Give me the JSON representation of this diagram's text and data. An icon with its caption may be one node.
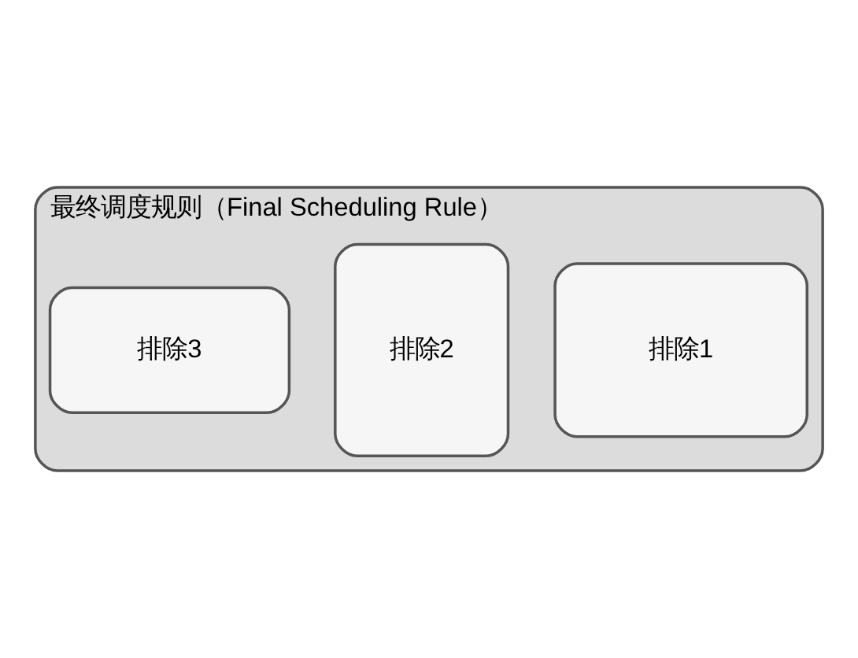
{
  "diagram": {
    "nodes": [
      {
        "text": [
          "最终调度规则（Final Scheduling Rule）"
        ]
      },
      {
        "text": [
          "排除1"
        ],
        "in": 0
      },
      {
        "text": [
          "排除2"
        ],
        "in": 0
      },
      {
        "text": [
          "排除3"
        ],
        "in": 0
      }
    ]
  }
}
